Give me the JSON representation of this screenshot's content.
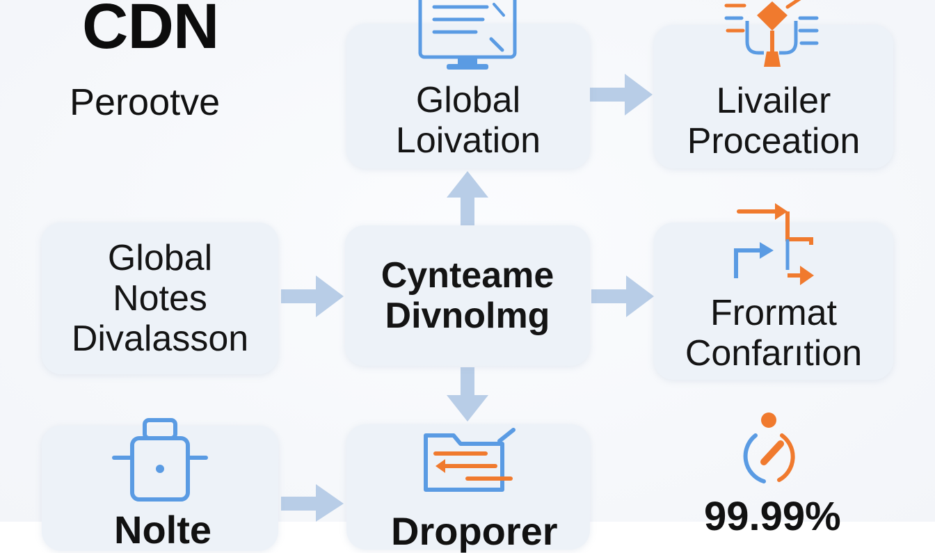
{
  "diagram": {
    "title": "CDN",
    "subtitle": "Perootve",
    "nodes": {
      "global_location": {
        "lines": [
          "Global",
          "Loivation"
        ],
        "icon": "monitor-icon"
      },
      "livailer_proceation": {
        "lines": [
          "Livailer",
          "Proceation"
        ],
        "icon": "network-node-icon"
      },
      "global_notes": {
        "lines": [
          "Global",
          "Notes",
          "Divalasson"
        ]
      },
      "center": {
        "lines": [
          "Cynteame",
          "Divnolmg"
        ]
      },
      "format_confartion": {
        "lines": [
          "Frormat",
          "Confarıtion"
        ],
        "icon": "routing-arrows-icon"
      },
      "bottom_left": {
        "lines": [
          "Nolte"
        ],
        "icon": "server-chip-icon"
      },
      "bottom_center": {
        "lines": [
          "Droporer"
        ],
        "icon": "folder-transfer-icon"
      },
      "uptime": {
        "value": "99.99%",
        "icon": "uptime-gauge-icon"
      }
    },
    "colors": {
      "box_fill": "#edf2f8",
      "arrow": "#b3c9e4",
      "icon_blue": "#4a90e2",
      "icon_orange": "#f07a2e"
    }
  }
}
